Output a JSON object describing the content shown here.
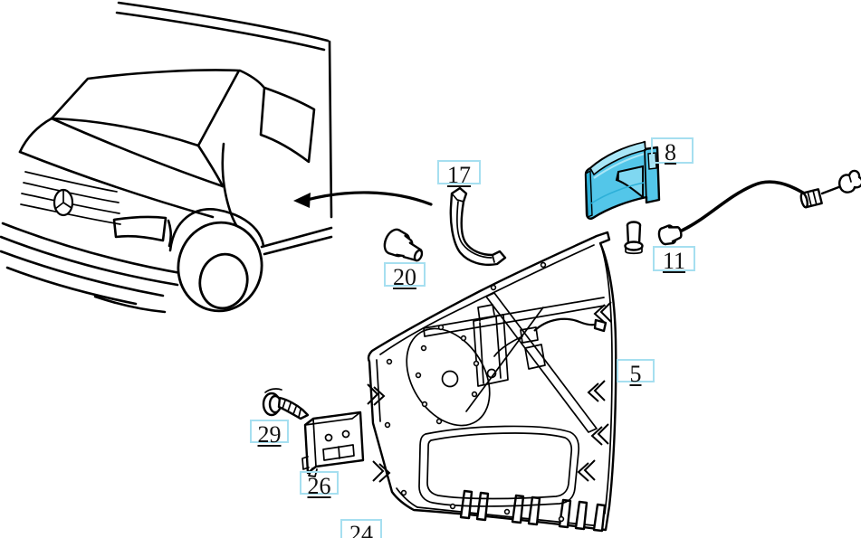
{
  "diagram": {
    "type": "vehicle-door-parts-diagram",
    "colors": {
      "background": "#ffffff",
      "line": "#000000",
      "callout_border": "#a6dff0",
      "highlight_main": "#53c6e9",
      "highlight_light": "#a9e6f7",
      "highlight_mid": "#7fd7f1",
      "highlight_dark": "#2db0d8"
    },
    "callouts": [
      {
        "number": "17"
      },
      {
        "number": "20"
      },
      {
        "number": "8"
      },
      {
        "number": "11"
      },
      {
        "number": "5"
      },
      {
        "number": "29"
      },
      {
        "number": "26"
      },
      {
        "number": "24"
      }
    ]
  }
}
